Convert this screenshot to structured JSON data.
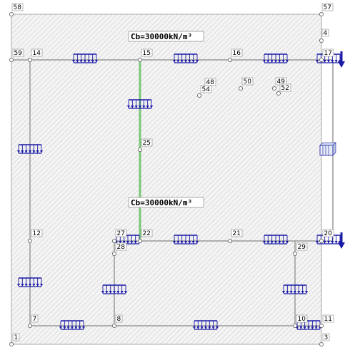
{
  "colors": {
    "slab_fill": "#f4f4f4",
    "hatch": "#c8c8c8",
    "frame": "#a0a0a0",
    "beam": "#9a9a9a",
    "wall": "#7cc47a",
    "load": "#1a1aa8",
    "node_fill": "#ffffff",
    "node_stroke": "#666666"
  },
  "cb_labels": [
    "Cb=30000kN/m³",
    "Cb=30000kN/m³"
  ],
  "nodes": [
    {
      "id": "58",
      "label": "58"
    },
    {
      "id": "57",
      "label": "57"
    },
    {
      "id": "4",
      "label": "4"
    },
    {
      "id": "59",
      "label": "59"
    },
    {
      "id": "14",
      "label": "14"
    },
    {
      "id": "15",
      "label": "15"
    },
    {
      "id": "16",
      "label": "16"
    },
    {
      "id": "17",
      "label": "17"
    },
    {
      "id": "48",
      "label": "48"
    },
    {
      "id": "54",
      "label": "54"
    },
    {
      "id": "50",
      "label": "50"
    },
    {
      "id": "49",
      "label": "49"
    },
    {
      "id": "52",
      "label": "52"
    },
    {
      "id": "25",
      "label": "25"
    },
    {
      "id": "12",
      "label": "12"
    },
    {
      "id": "27",
      "label": "27"
    },
    {
      "id": "22",
      "label": "22"
    },
    {
      "id": "21",
      "label": "21"
    },
    {
      "id": "20",
      "label": "20"
    },
    {
      "id": "28",
      "label": "28"
    },
    {
      "id": "29",
      "label": "29"
    },
    {
      "id": "7",
      "label": "7"
    },
    {
      "id": "8",
      "label": "8"
    },
    {
      "id": "10",
      "label": "10"
    },
    {
      "id": "11",
      "label": "11"
    },
    {
      "id": "1",
      "label": "1"
    },
    {
      "id": "3",
      "label": "3"
    }
  ]
}
